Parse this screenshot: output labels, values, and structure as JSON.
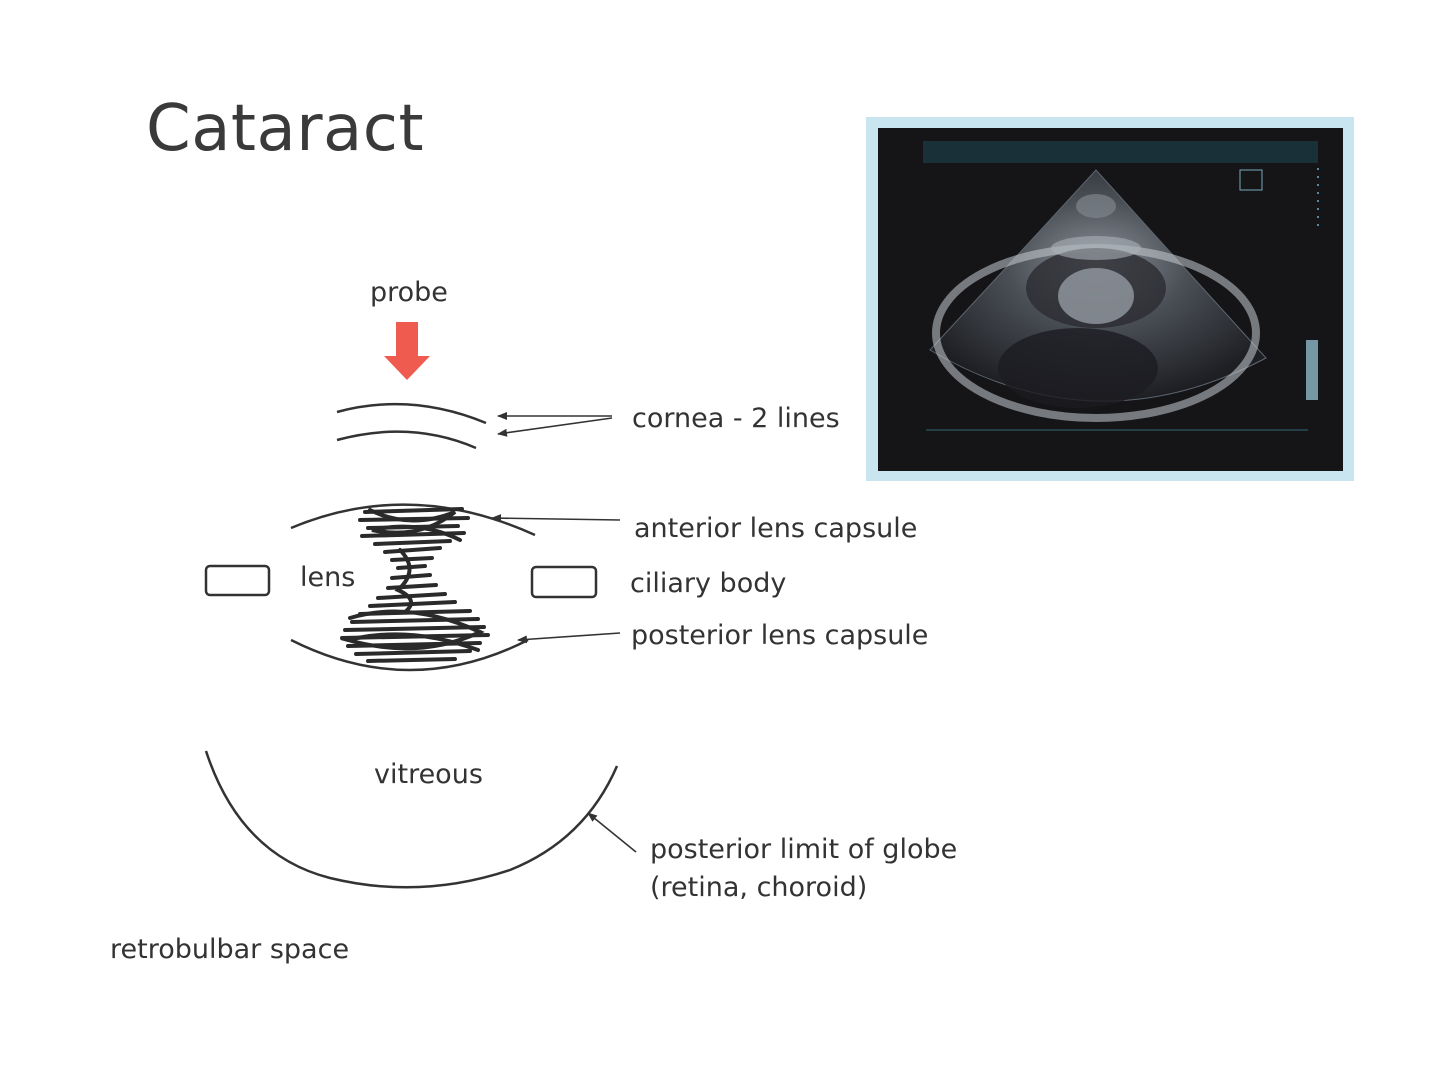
{
  "slide": {
    "title": "Cataract"
  },
  "labels": {
    "probe": "probe",
    "cornea": "cornea - 2 lines",
    "anterior_lens_capsule": "anterior lens capsule",
    "lens": "lens",
    "ciliary_body": "ciliary body",
    "posterior_lens_capsule": "posterior lens capsule",
    "vitreous": "vitreous",
    "posterior_limit_line1": "posterior limit of globe",
    "posterior_limit_line2": "(retina, choroid)",
    "retrobulbar_space": "retrobulbar space"
  },
  "colors": {
    "probe_arrow": "#ef5b4e",
    "ultrasound_frame": "#c9e6f0",
    "ultrasound_screen": "#151417"
  },
  "icons": {
    "probe_arrow": "down-arrow"
  }
}
